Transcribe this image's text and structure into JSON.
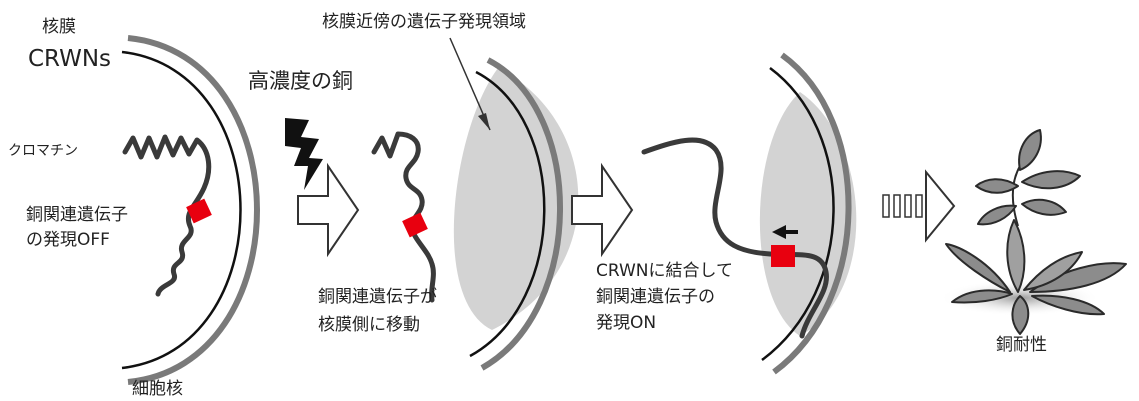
{
  "labels": {
    "nuclear_membrane": "核膜",
    "crwns": "CRWNs",
    "chromatin": "クロマチン",
    "gene_off_line1": "銅関連遺伝子",
    "gene_off_line2": "の発現OFF",
    "nucleus": "細胞核",
    "high_copper": "高濃度の銅",
    "expression_region": "核膜近傍の遺伝子発現領域",
    "moves_line1": "銅関連遺伝子が",
    "moves_line2": "核膜側に移動",
    "binds_line1": "CRWNに結合して",
    "binds_line2": "銅関連遺伝子の",
    "binds_line3": "発現ON",
    "copper_tolerance": "銅耐性"
  },
  "colors": {
    "membrane_outer": "#7a7a7a",
    "membrane_inner": "#111111",
    "chromatin": "#3a3a3a",
    "gene": "#e8000f",
    "region": "#d3d3d3",
    "plant_leaf": "#8c8c8c",
    "plant_outline": "#2a2a2a"
  }
}
